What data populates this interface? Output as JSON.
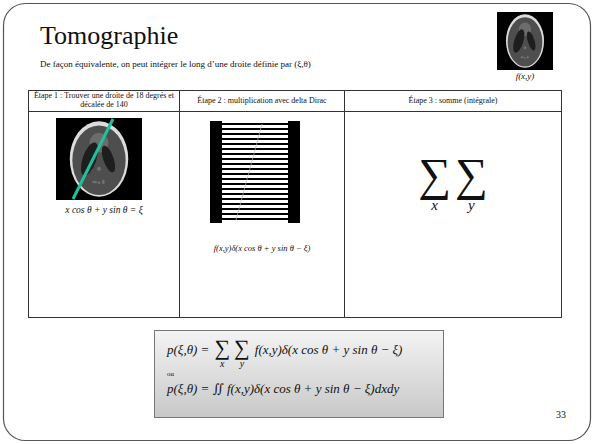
{
  "diagram": {
    "title": "Tomographie",
    "nodes": [
      {
        "text": [
          "Étape 1 : Trouver une droite de 18 degrés et décalée de 140"
        ]
      },
      {
        "text": [
          "Étape 2 : multiplication avec delta Dirac"
        ]
      },
      {
        "text": [
          "Étape 3 : somme (intégrale)"
        ]
      },
      {
        "text": [
          "x cos θ + y sin θ = ξ"
        ]
      },
      {
        "text": [
          "f(x,y)δ(x cos θ + y sin θ − ξ)"
        ]
      },
      {
        "text": [
          "∑",
          "x",
          "∑",
          "y"
        ]
      },
      {
        "text": [
          "p(ξ,θ) =",
          "∑",
          "x",
          "∑",
          "y",
          "f(x,y)δ(x cos θ + y sin θ − ξ)",
          "ou",
          "p(ξ,θ) = ∬ f(x,y)δ(x cos θ + y sin θ − ξ)dxdy"
        ]
      }
    ],
    "labels": [
      "De façon équivalente, on peut intégrer le long d’une droite définie par (ξ,θ)",
      "f(x,y)",
      "33"
    ]
  }
}
